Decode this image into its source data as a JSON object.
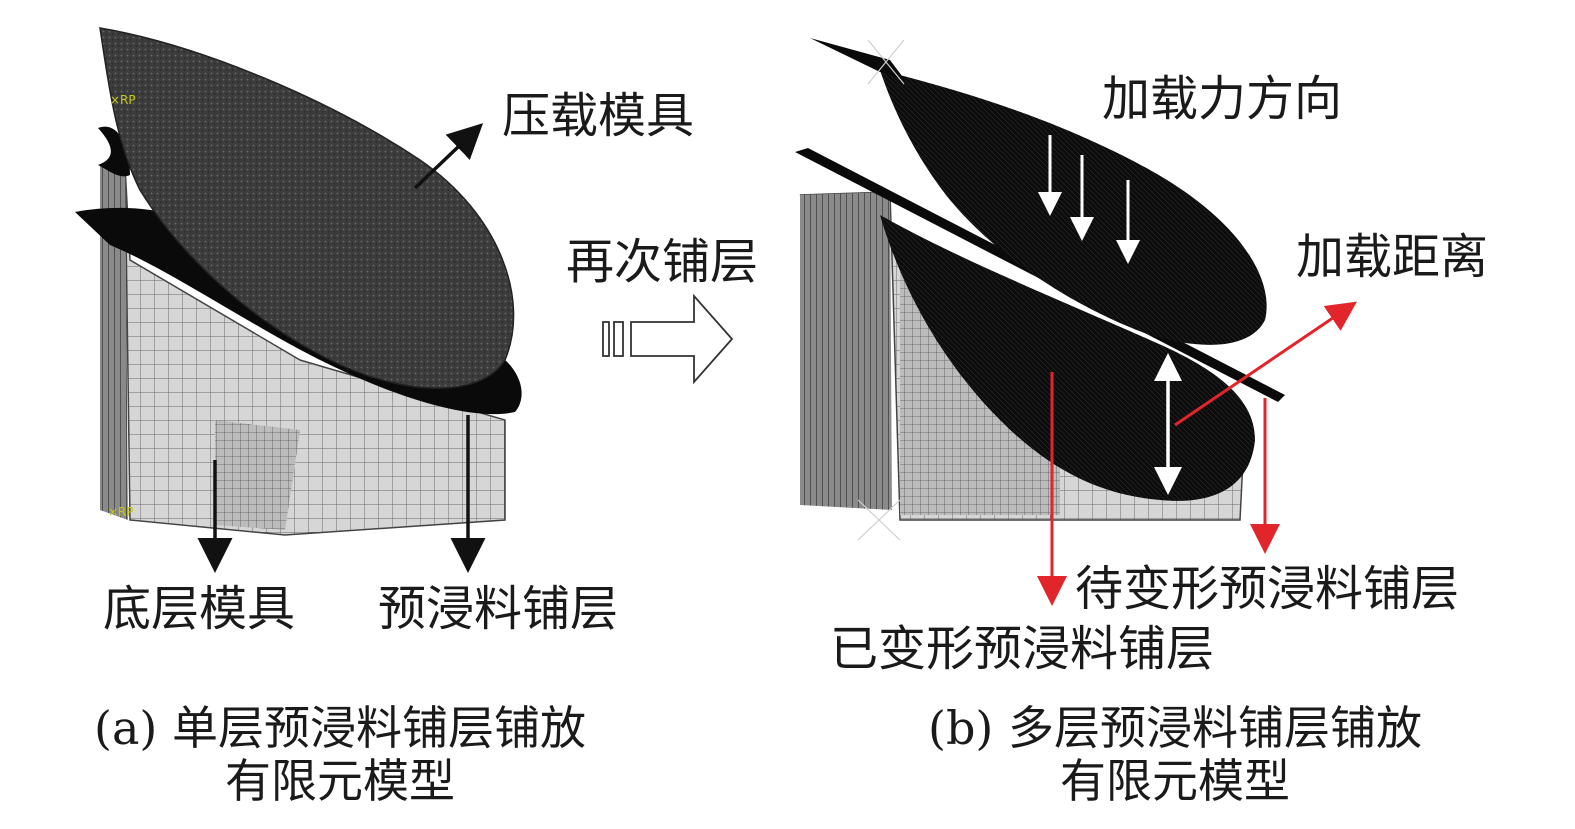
{
  "panel_a": {
    "labels": {
      "press_mold": "压载模具",
      "bottom_mold": "底层模具",
      "prepreg_layer": "预浸料铺层"
    },
    "caption_line1": "(a) 单层预浸料铺层铺放",
    "caption_line2": "有限元模型"
  },
  "middle": {
    "relayer_label": "再次铺层"
  },
  "panel_b": {
    "labels": {
      "load_direction": "加载力方向",
      "load_distance": "加载距离",
      "to_deform_layer": "待变形预浸料铺层",
      "deformed_layer": "已变形预浸料铺层"
    },
    "caption_line1": "(b) 多层预浸料铺层铺放",
    "caption_line2": "有限元模型"
  },
  "colors": {
    "mesh_dark": "#3a3a3a",
    "mesh_black": "#0a0a0a",
    "mesh_light": "#c8c8c8",
    "arrow_black": "#111111",
    "arrow_red": "#e2252b",
    "arrow_white": "#ffffff"
  }
}
